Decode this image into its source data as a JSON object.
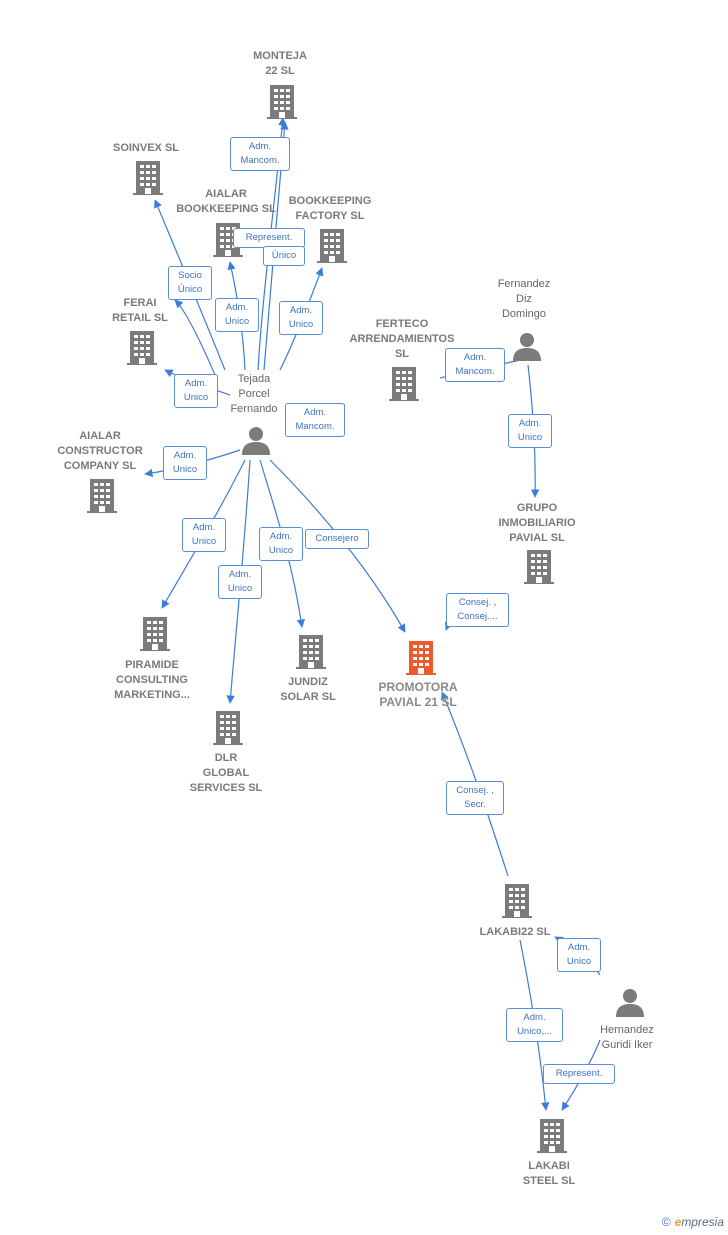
{
  "nodes": {
    "monteja": "MONTEJA\n22  SL",
    "soinvex": "SOINVEX SL",
    "aialar_bookkeeping": "AIALAR\nBOOKKEEPING SL",
    "bookkeeping_factory": "BOOKKEEPING\nFACTORY SL",
    "ferai": "FERAI\nRETAIL  SL",
    "ferteco": "FERTECO\nARRENDAMIENTOS\nSL",
    "fernandez": "Fernandez\nDiz\nDomingo",
    "tejada": "Tejada\nPorcel\nFernando",
    "aialar_constructor": "AIALAR\nCONSTRUCTOR\nCOMPANY  SL",
    "grupo": "GRUPO\nINMOBILIARIO\nPAVIAL  SL",
    "piramide": "PIRAMIDE\nCONSULTING\nMARKETING...",
    "jundiz": "JUNDIZ\nSOLAR SL",
    "promotora": "PROMOTORA\nPAVIAL 21  SL",
    "dlr": "DLR\nGLOBAL\nSERVICES  SL",
    "lakabi22": "LAKABI22  SL",
    "hernandez": "Hernandez\nGuridi Iker",
    "lakabi_steel": "LAKABI\nSTEEL  SL"
  },
  "edge_labels": {
    "monteja": "Adm.\nMancom.",
    "represent_top": "Represent.",
    "unico_top": "Único",
    "socio": "Socio\nÚnico",
    "aialar_bk": "Adm.\nUnico",
    "bk_factory": "Adm.\nUnico",
    "ferai": "Adm.\nUnico",
    "mancom_mid": "Adm.\nMancom.",
    "fernandez_mancom": "Adm.\nMancom.",
    "fernandez_grupo": "Adm.\nUnico",
    "aialar_constr": "Adm.\nUnico",
    "piramide": "Adm.\nUnico",
    "jundiz": "Adm.\nUnico",
    "consejero": "Consejero",
    "dlr": "Adm.\nUnico",
    "grupo_promotora": "Consej. ,\nConsej....",
    "lakabi22_promotora": "Consej. ,\nSecr.",
    "hernandez_lakabi22": "Adm.\nUnico",
    "lakabi22_steel": "Adm.\nUnico,...",
    "hernandez_steel": "Represent."
  },
  "colors": {
    "edge": "#3b7dd8",
    "building": "#7b7b7b",
    "focus": "#ee5a2a",
    "person": "#7b7b7b"
  },
  "footer": {
    "copyright": "©",
    "brand_initial": "e",
    "brand_rest": "mpresia"
  }
}
